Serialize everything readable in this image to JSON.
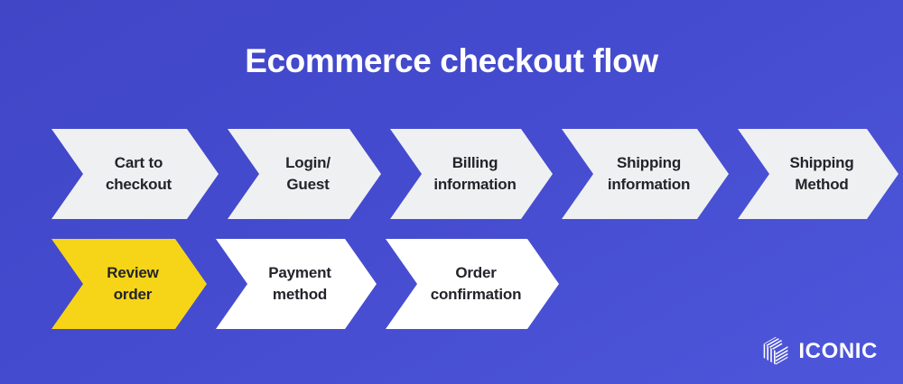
{
  "title": "Ecommerce checkout flow",
  "theme": {
    "background_start": "#4046c6",
    "background_end": "#4d56da",
    "step_grey": "#eff0f1",
    "step_white": "#ffffff",
    "step_highlight": "#f6d518",
    "text_dark": "#23232b",
    "text_light": "#ffffff"
  },
  "flow": {
    "rows": [
      {
        "steps": [
          {
            "label": "Cart to\ncheckout",
            "style": "grey",
            "width": 185
          },
          {
            "label": "Login/\nGuest",
            "style": "grey",
            "width": 170
          },
          {
            "label": "Billing\ninformation",
            "style": "grey",
            "width": 180
          },
          {
            "label": "Shipping\ninformation",
            "style": "grey",
            "width": 185
          },
          {
            "label": "Shipping\nMethod",
            "style": "grey",
            "width": 178
          }
        ]
      },
      {
        "steps": [
          {
            "label": "Review\norder",
            "style": "yellow",
            "width": 172
          },
          {
            "label": "Payment\nmethod",
            "style": "white",
            "width": 178
          },
          {
            "label": "Order\nconfirmation",
            "style": "white",
            "width": 192
          }
        ]
      }
    ]
  },
  "logo": {
    "mark": "iconic-cube-icon",
    "text": "ICONIC"
  }
}
